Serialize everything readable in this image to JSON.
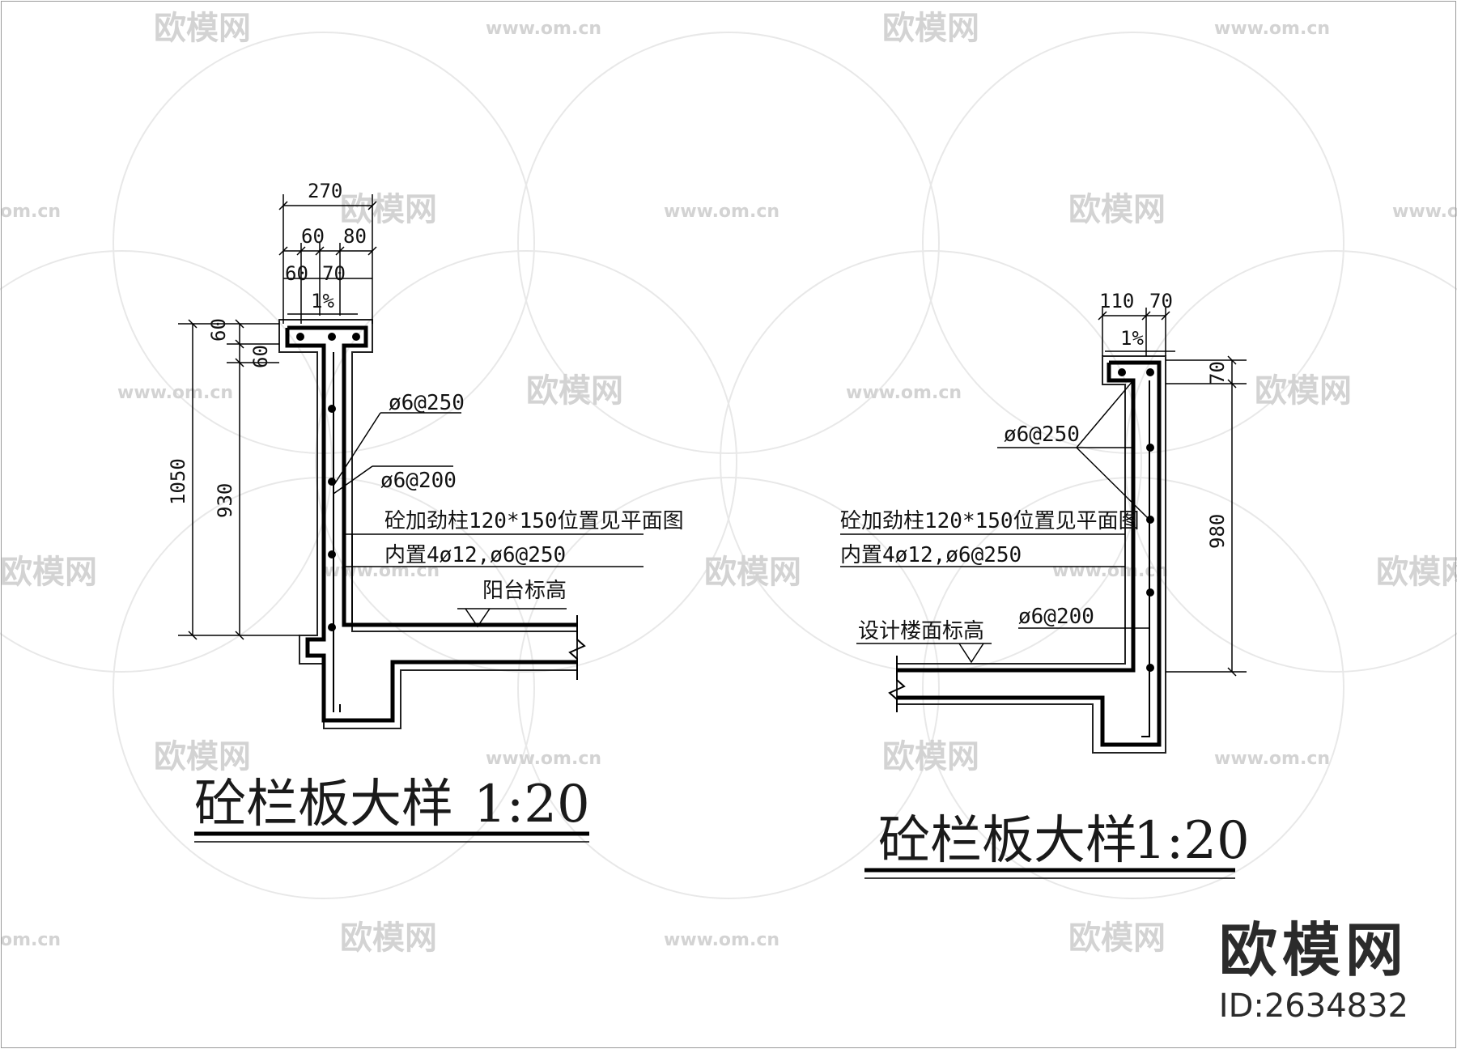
{
  "watermark": {
    "logo_text": "欧模网",
    "url_text": "www.om.cn",
    "short_url_text": "om.cn"
  },
  "brand": {
    "name": "欧模网",
    "id": "ID:2634832"
  },
  "left_detail": {
    "title": "砼栏板大样",
    "scale": "1:20",
    "dims": {
      "top_total": "270",
      "top_a": "60",
      "top_b": "80",
      "top_c": "60",
      "top_d": "70",
      "slope": "1%",
      "cap_a": "60",
      "cap_b": "60",
      "height_total": "1050",
      "height_inner": "930"
    },
    "labels": {
      "rebar_a": "ø6@250",
      "rebar_b": "ø6@200",
      "column_note": "砼加劲柱120*150位置见平面图",
      "column_rebar": "内置4ø12,ø6@250",
      "level": "阳台标高"
    }
  },
  "right_detail": {
    "title": "砼栏板大样",
    "scale": "1:20",
    "dims": {
      "top_a": "110",
      "top_b": "70",
      "slope": "1%",
      "cap": "70",
      "height": "980"
    },
    "labels": {
      "rebar_a": "ø6@250",
      "column_note": "砼加劲柱120*150位置见平面图",
      "column_rebar": "内置4ø12,ø6@250",
      "rebar_b": "ø6@200",
      "level": "设计楼面标高"
    }
  }
}
